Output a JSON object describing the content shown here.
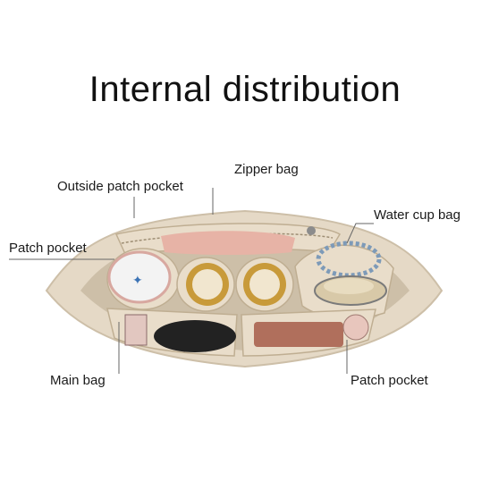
{
  "title": "Internal distribution",
  "labels": {
    "outside_patch_pocket": "Outside patch pocket",
    "zipper_bag": "Zipper bag",
    "water_cup_bag": "Water cup bag",
    "patch_pocket_left": "Patch pocket",
    "main_bag": "Main bag",
    "patch_pocket_right": "Patch pocket"
  },
  "colors": {
    "felt": "#e5d9c6",
    "felt_dark": "#cdbfa8",
    "felt_shadow": "#b9a98f",
    "leader_line": "#666666"
  }
}
